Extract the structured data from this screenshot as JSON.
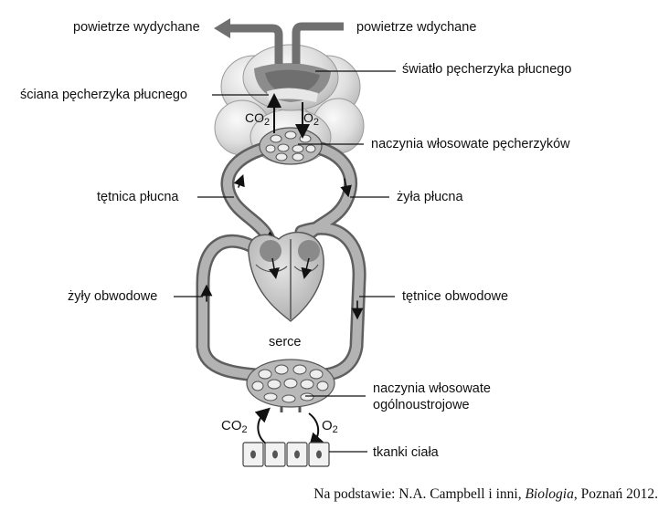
{
  "labels": {
    "exhaled_air": "powietrze wydychane",
    "inhaled_air": "powietrze wdychane",
    "alveolus_lumen": "światło pęcherzyka płucnego",
    "alveolus_wall": "ściana pęcherzyka płucnego",
    "alveolar_capillaries": "naczynia włosowate pęcherzyków",
    "pulmonary_artery": "tętnica płucna",
    "pulmonary_vein": "żyła płucna",
    "systemic_veins": "żyły obwodowe",
    "systemic_arteries": "tętnice obwodowe",
    "heart": "serce",
    "systemic_capillaries_line1": "naczynia włosowate",
    "systemic_capillaries_line2": "ogólnoustrojowe",
    "body_tissues": "tkanki ciała"
  },
  "gases": {
    "co2_base": "CO",
    "co2_sub": "2",
    "o2_base": "O",
    "o2_sub": "2"
  },
  "source": {
    "prefix": "Na podstawie: N.A. Campbell i inni, ",
    "title": "Biologia",
    "suffix": ", Poznań 2012."
  }
}
